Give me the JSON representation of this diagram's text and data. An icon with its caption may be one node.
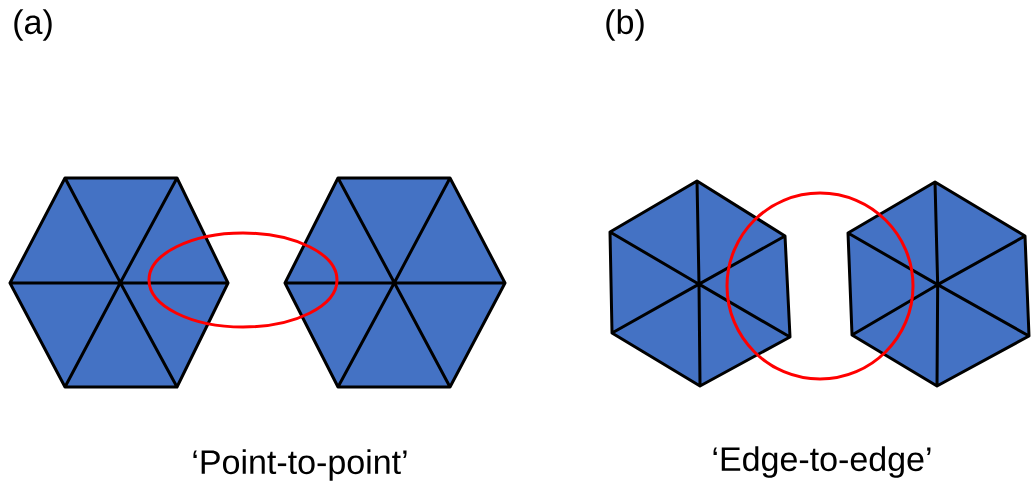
{
  "diagram": {
    "labels": [
      "(a)",
      "(b)",
      "‘Point-to-point’",
      "‘Edge-to-edge’"
    ]
  }
}
